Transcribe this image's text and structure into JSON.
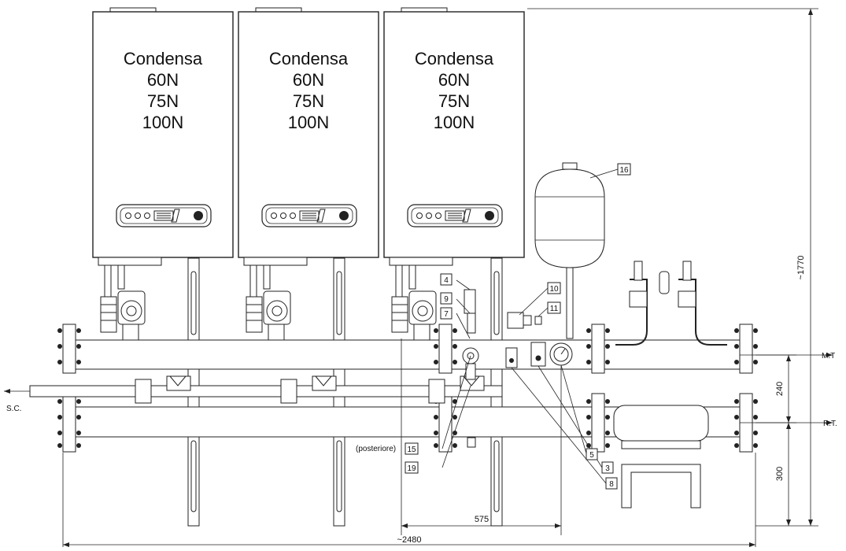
{
  "boilers": [
    {
      "lines": [
        "Condensa",
        "60N",
        "75N",
        "100N"
      ]
    },
    {
      "lines": [
        "Condensa",
        "60N",
        "75N",
        "100N"
      ]
    },
    {
      "lines": [
        "Condensa",
        "60N",
        "75N",
        "100N"
      ]
    }
  ],
  "dimensions": {
    "height_total": "~1770",
    "width_total": "~2480",
    "spacing_575": "575",
    "upper_240": "240",
    "lower_300": "300"
  },
  "connections": {
    "flow": "M.T",
    "return": "R.T.",
    "safety": "S.C."
  },
  "note_rear": "(posteriore)",
  "callouts": [
    "16",
    "10",
    "11",
    "4",
    "9",
    "7",
    "15",
    "19",
    "5",
    "3",
    "8"
  ]
}
